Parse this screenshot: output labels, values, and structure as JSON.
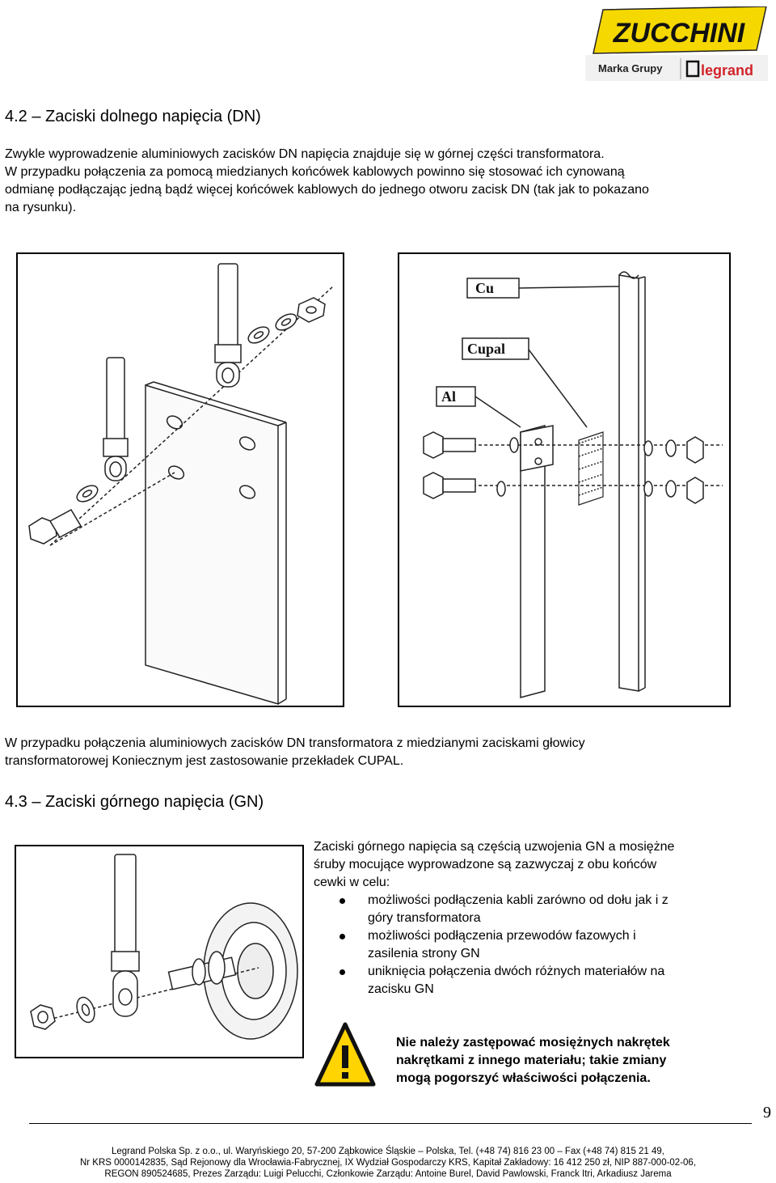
{
  "logo": {
    "brand": "ZUCCHINI",
    "subtitle": "Marka Grupy",
    "group": "legrand"
  },
  "section_dn": {
    "heading": "4.2 – Zaciski dolnego napięcia (DN)",
    "paragraph_lines": [
      "Zwykle wyprowadzenie aluminiowych zacisków DN napięcia znajduje się w górnej części transformatora.",
      "W przypadku połączenia za pomocą miedzianych końcówek kablowych powinno się stosować ich cynowaną",
      "odmianę podłączając jedną bądź więcej końcówek kablowych do jednego otworu zacisk DN (tak jak to pokazano",
      "na rysunku)."
    ],
    "figure_right_labels": {
      "cu": "Cu",
      "cupal": "Cupal",
      "al": "Al"
    },
    "note_lines": [
      "W przypadku połączenia aluminiowych zacisków DN transformatora z miedzianymi zaciskami  głowicy",
      "transformatorowej Koniecznym jest zastosowanie przekładek CUPAL."
    ]
  },
  "section_gn": {
    "heading": "4.3 – Zaciski górnego napięcia (GN)",
    "intro_lines": [
      "Zaciski górnego napięcia są częścią uzwojenia GN a mosiężne",
      "śruby mocujące wyprowadzone są zazwyczaj z obu końców",
      "cewki w celu:"
    ],
    "bullets": [
      [
        "możliwości podłączenia kabli zarówno od dołu jak i z",
        "góry transformatora"
      ],
      [
        "możliwości podłączenia przewodów fazowych i",
        "zasilenia strony GN"
      ],
      [
        "uniknięcia połączenia dwóch różnych materiałów na",
        "zacisku GN"
      ]
    ],
    "warning_lines": [
      "Nie należy zastępować mosiężnych nakrętek",
      "nakrętkami z innego materiału; takie zmiany",
      "mogą pogorszyć właściwości połączenia."
    ],
    "warning_icon": "warning-triangle-icon"
  },
  "page_number": "9",
  "footer_lines": [
    "Legrand Polska Sp. z o.o., ul. Waryńskiego 20, 57-200 Ząbkowice Śląskie – Polska, Tel. (+48 74) 816 23 00 – Fax (+48 74) 815 21 49,",
    "Nr KRS 0000142835, Sąd Rejonowy dla Wrocławia-Fabrycznej, IX Wydział Gospodarczy KRS, Kapitał Zakładowy: 16 412 250 zł, NIP 887-000-02-06,",
    "REGON 890524685, Prezes Zarządu: Luigi Pelucchi, Członkowie Zarządu: Antoine Burel, David Pawlowski, Franck Itri, Arkadiusz Jarema"
  ],
  "colors": {
    "logo_yellow": "#f5d800",
    "logo_red": "#d2232a",
    "warning_yellow": "#ffd400"
  }
}
